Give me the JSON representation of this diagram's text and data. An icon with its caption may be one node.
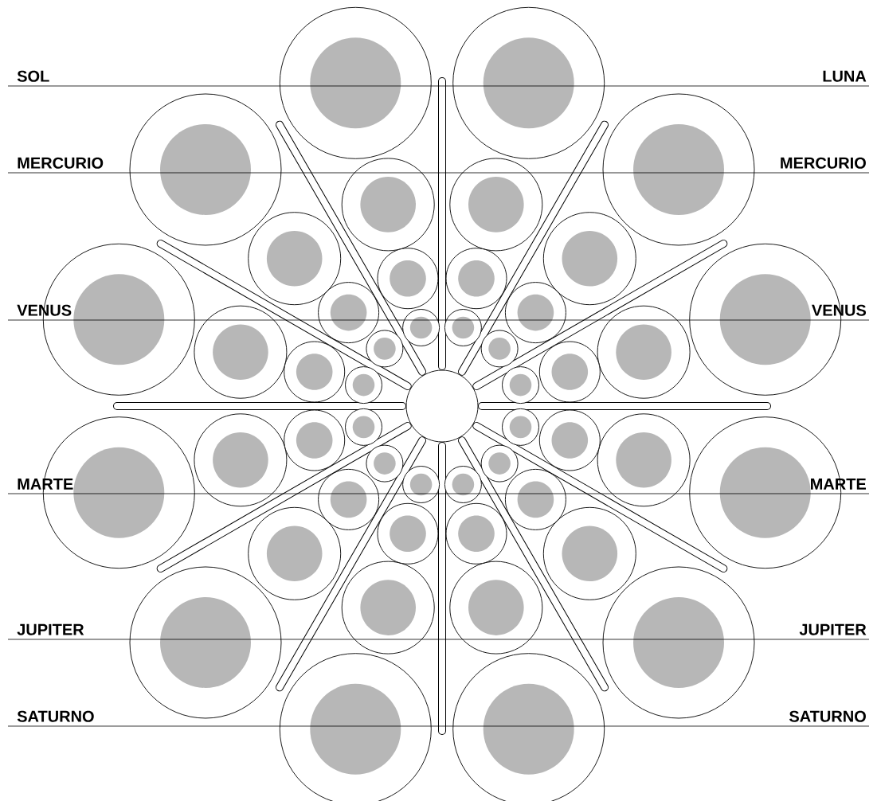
{
  "diagram": {
    "labels": [
      "SOL",
      "LUNA",
      "MERCURIO",
      "MERCURIO",
      "VENUS",
      "VENUS",
      "MARTE",
      "MARTE",
      "JUPITER",
      "JUPITER",
      "SATURNO",
      "SATURNO"
    ]
  }
}
